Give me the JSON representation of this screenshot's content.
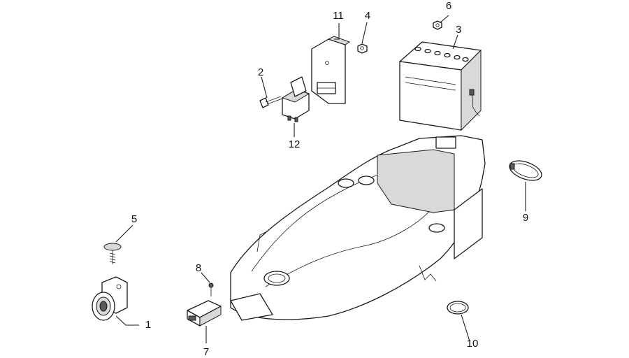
{
  "callouts": [
    {
      "id": "1",
      "text": "1"
    },
    {
      "id": "2",
      "text": "2"
    },
    {
      "id": "3",
      "text": "3"
    },
    {
      "id": "4",
      "text": "4"
    },
    {
      "id": "5",
      "text": "5"
    },
    {
      "id": "6",
      "text": "6"
    },
    {
      "id": "7",
      "text": "7"
    },
    {
      "id": "8",
      "text": "8"
    },
    {
      "id": "9",
      "text": "9"
    },
    {
      "id": "10",
      "text": "10"
    },
    {
      "id": "11",
      "text": "11"
    },
    {
      "id": "12",
      "text": "12"
    }
  ],
  "colors": {
    "line": "#1a1a1a",
    "shade": "#5a5a5a",
    "background": "#ffffff"
  }
}
